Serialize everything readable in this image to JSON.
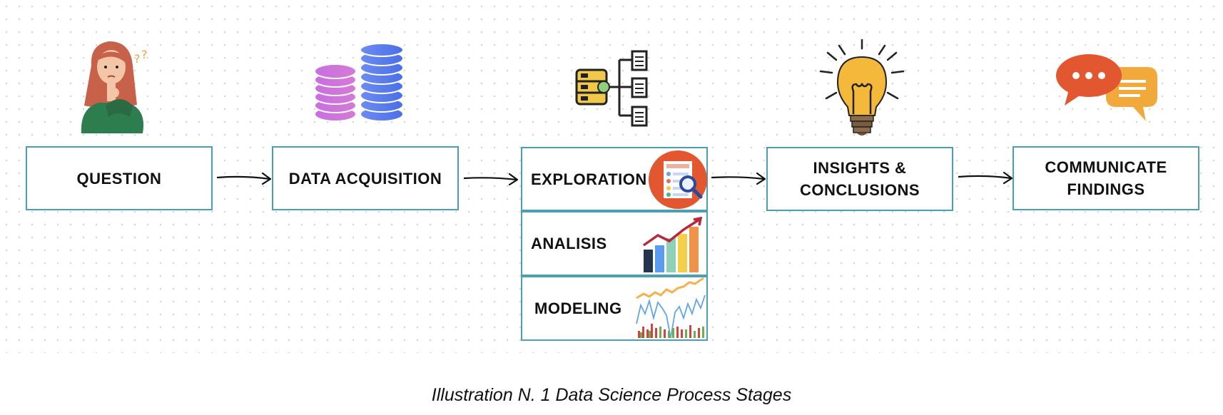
{
  "stages": [
    {
      "label": "QUESTION",
      "icon": "confused-woman-icon"
    },
    {
      "label": "DATA ACQUISITION",
      "icon": "database-icon"
    },
    {
      "label": "EXPLORATION",
      "icon": "document-search-icon"
    },
    {
      "label": "ANALISIS",
      "icon": "bar-chart-growth-icon"
    },
    {
      "label": "MODELING",
      "icon": "line-chart-icon"
    },
    {
      "label": "INSIGHTS &\nCONCLUSIONS",
      "icon": "lightbulb-icon"
    },
    {
      "label": "COMMUNICATE\nFINDINGS",
      "icon": "chat-bubbles-icon"
    }
  ],
  "header_icon_middle": "server-data-tree-icon",
  "caption": "Illustration N. 1 Data Science Process Stages",
  "colors": {
    "border": "#4a9fb0",
    "text": "#111111"
  }
}
